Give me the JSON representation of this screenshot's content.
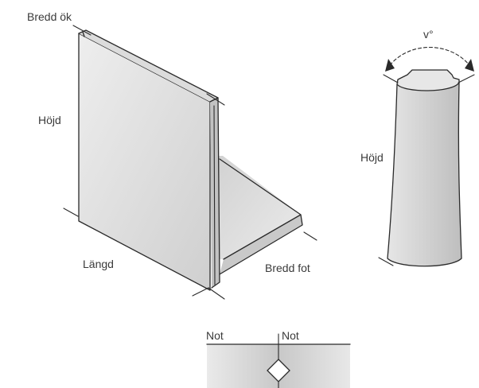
{
  "labels": {
    "bredd_ok": "Bredd ök",
    "hojd_wall": "Höjd",
    "langd": "Längd",
    "bredd_fot": "Bredd fot",
    "angle": "v°",
    "hojd_column": "Höjd",
    "not_left": "Not",
    "not_right": "Not"
  },
  "colors": {
    "surface_light": "#ececec",
    "surface_mid": "#d3d3d3",
    "surface_dark": "#bdbdbd",
    "line": "#2a2a2a",
    "text": "#3a3a3a"
  }
}
